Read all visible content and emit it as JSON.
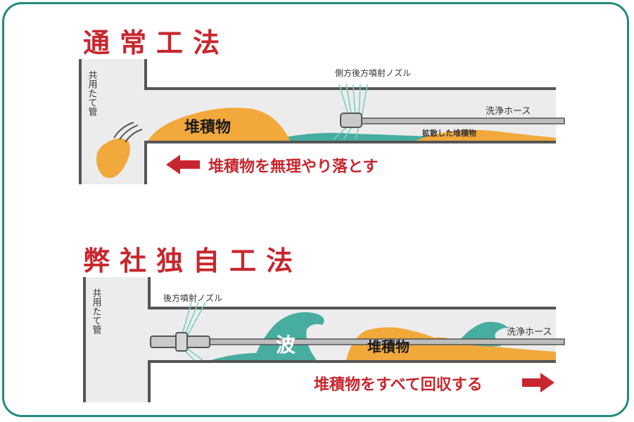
{
  "colors": {
    "frame": "#23897f",
    "title": "#c8262e",
    "pipe_bg": "#ececec",
    "pipe_wall": "#555555",
    "sediment": "#f2a93b",
    "water": "#46ada0",
    "arrow": "#c8262e"
  },
  "conventional": {
    "title": "通常工法",
    "shared_pipe_label": "共用たて管",
    "nozzle_label": "側方後方噴射ノズル",
    "hose_label": "洗浄ホース",
    "sediment_label": "堆積物",
    "spread_label": "拡散した堆積物",
    "arrow_text": "堆積物を無理やり落とす"
  },
  "ours": {
    "title": "弊社独自工法",
    "shared_pipe_label": "共用たて管",
    "nozzle_label": "後方噴射ノズル",
    "hose_label": "洗浄ホース",
    "wave_label": "波",
    "sediment_label": "堆積物",
    "arrow_text": "堆積物をすべて回収する"
  }
}
